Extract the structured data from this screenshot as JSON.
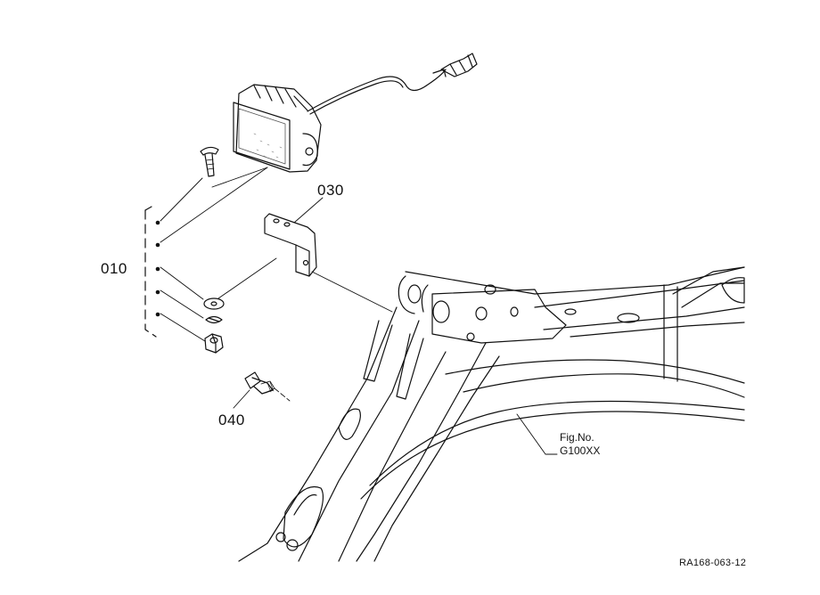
{
  "callouts": {
    "c010": "010",
    "c030": "030",
    "c040": "040"
  },
  "figure_reference": {
    "line1": "Fig.No.",
    "line2": "G100XX"
  },
  "drawing_id": "RA168-063-12",
  "colors": {
    "line": "#111111",
    "background": "#ffffff",
    "shade": "#777777"
  }
}
